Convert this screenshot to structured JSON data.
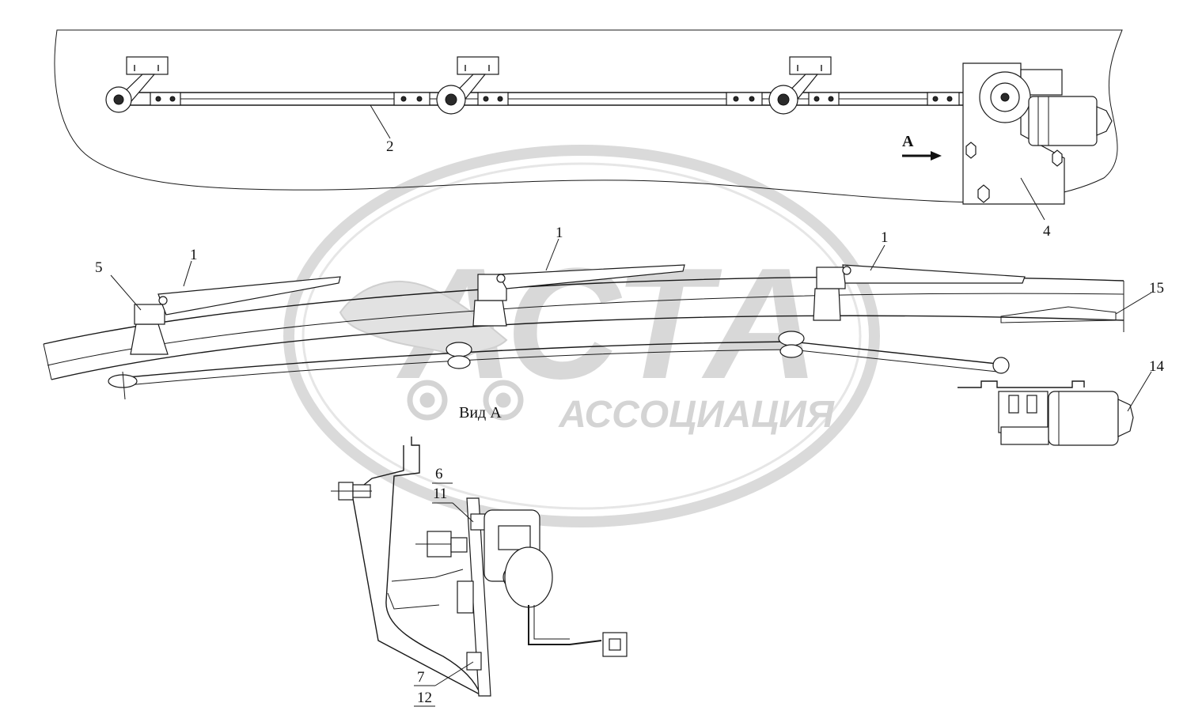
{
  "watermark": {
    "big_text": "АСТА",
    "small_text": "АССОЦИАЦИЯ"
  },
  "view_label": "Вид А",
  "view_arrow_label": "А",
  "callouts": {
    "c1a": "1",
    "c1b": "1",
    "c1c": "1",
    "c2": "2",
    "c4": "4",
    "c5": "5",
    "c6": "6",
    "c7": "7",
    "c11": "11",
    "c12": "12",
    "c14": "14",
    "c15": "15"
  },
  "colors": {
    "line": "#1a1a1a",
    "watermark": "#d4d4d4"
  }
}
